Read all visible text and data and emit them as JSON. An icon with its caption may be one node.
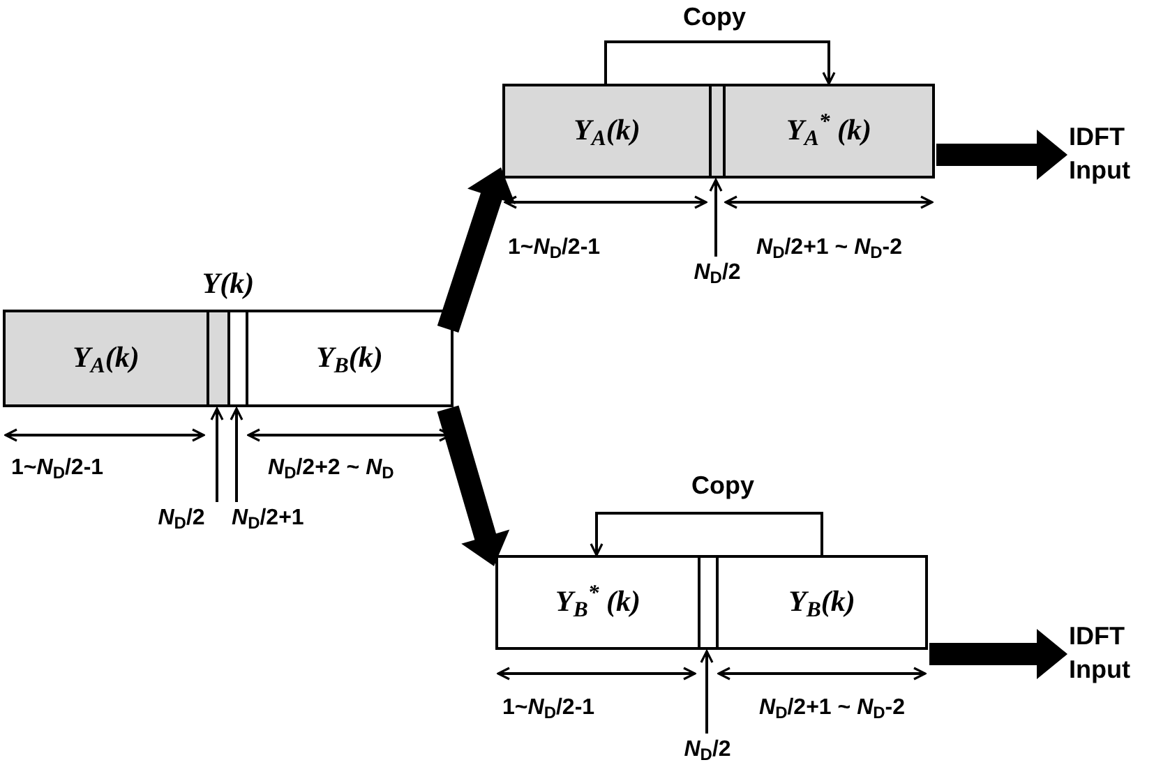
{
  "diagram": {
    "nodes": [
      {
        "text": [
          "Y(k)"
        ]
      },
      {
        "text": [
          "Y$_{A}$(k)"
        ],
        "in": 0
      },
      {
        "text": [],
        "shape": "box",
        "in": 0
      },
      {
        "text": [],
        "shape": "box",
        "in": 0
      },
      {
        "text": [
          "Y$_{B}$(k)"
        ],
        "in": 0
      },
      {
        "text": [],
        "shape": "box"
      },
      {
        "text": [
          "Y$_{A}$(k)"
        ],
        "in": 5
      },
      {
        "text": [],
        "shape": "box",
        "in": 5
      },
      {
        "text": [
          "Y$_{A}$$^{*}$ (k)"
        ],
        "in": 5
      },
      {
        "text": [
          "IDFT Input"
        ]
      },
      {
        "text": [],
        "shape": "box"
      },
      {
        "text": [
          "Y$_{B}$$^{*}$ (k)"
        ],
        "in": 10
      },
      {
        "text": [],
        "shape": "box",
        "in": 10
      },
      {
        "text": [
          "Y$_{B}$(k)"
        ],
        "in": 10
      },
      {
        "text": [
          "IDFT Input"
        ]
      },
      {
        "text": [
          "*N*$_{D}$/2"
        ]
      },
      {
        "text": [
          "*N*$_{D}$/2+1"
        ]
      },
      {
        "text": [
          "*N*$_{D}$/2"
        ]
      },
      {
        "text": [
          "*N*$_{D}$/2"
        ]
      }
    ],
    "edges": [
      {
        "from": 6,
        "to": 8,
        "arrow": "to",
        "label": "Copy"
      },
      {
        "from": 13,
        "to": 11,
        "arrow": "to",
        "label": "Copy"
      },
      {
        "from": 0,
        "to": 5,
        "arrow": "to",
        "style": "thick"
      },
      {
        "from": 0,
        "to": 10,
        "arrow": "to",
        "style": "thick"
      },
      {
        "from": 5,
        "to": 9,
        "arrow": "to",
        "style": "thick"
      },
      {
        "from": 10,
        "to": 14,
        "arrow": "to",
        "style": "thick"
      },
      {
        "from": 15,
        "to": 2,
        "arrow": "to"
      },
      {
        "from": 16,
        "to": 3,
        "arrow": "to"
      },
      {
        "from": 17,
        "to": 7,
        "arrow": "to"
      },
      {
        "from": 18,
        "to": 12,
        "arrow": "to"
      }
    ],
    "labels": [
      "1~*N*$_{D}$/2-1",
      "*N*$_{D}$/2+1 ~ *N*$_{D}$-2",
      "1~*N*$_{D}$/2-1",
      "*N*$_{D}$/2+2 ~ *N*$_{D}$",
      "1~*N*$_{D}$/2-1",
      "*N*$_{D}$/2+1 ~ *N*$_{D}$-2"
    ]
  }
}
